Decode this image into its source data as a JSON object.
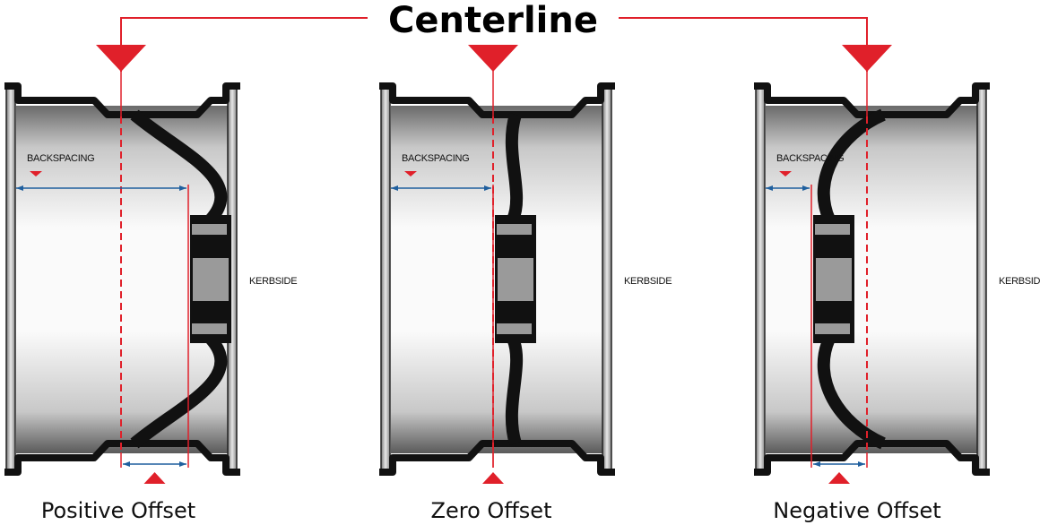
{
  "title": "Centerline",
  "colors": {
    "marker": "#e0202a",
    "arrow": "#1f5f9e",
    "wheel": "#111111",
    "hub": "#9a9a9a"
  },
  "wheels": [
    {
      "label": "Positive Offset",
      "backspacing_label": "BACKSPACING",
      "kerbside_label": "KERBSIDE"
    },
    {
      "label": "Zero Offset",
      "backspacing_label": "BACKSPACING",
      "kerbside_label": "KERBSIDE"
    },
    {
      "label": "Negative Offset",
      "backspacing_label": "BACKSPACING",
      "kerbside_label": "KERBSIDE"
    }
  ]
}
